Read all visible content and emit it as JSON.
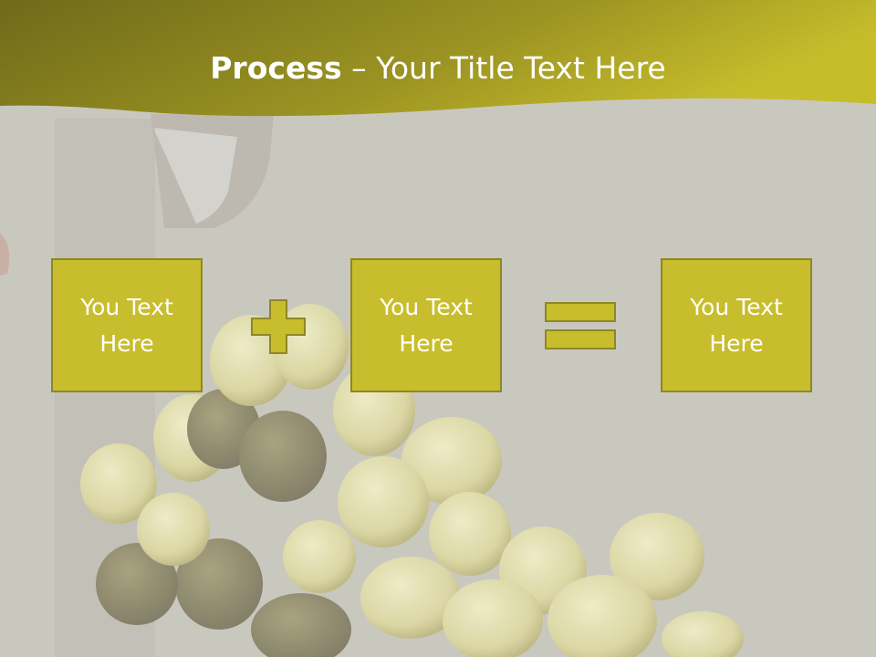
{
  "slide": {
    "title_bold": "Process",
    "title_sep": " – ",
    "title_rest": "Your Title Text Here"
  },
  "process": {
    "boxes": [
      {
        "text": "You Text Here"
      },
      {
        "text": "You Text Here"
      },
      {
        "text": "You Text Here"
      }
    ],
    "operators": [
      "plus-icon",
      "equals-icon"
    ]
  },
  "colors": {
    "header_dark": "#6f6a1a",
    "header_light": "#c7bd2b",
    "box_fill": "#c8bd2c",
    "box_border": "#8f8724",
    "background": "#c9c8bf"
  }
}
